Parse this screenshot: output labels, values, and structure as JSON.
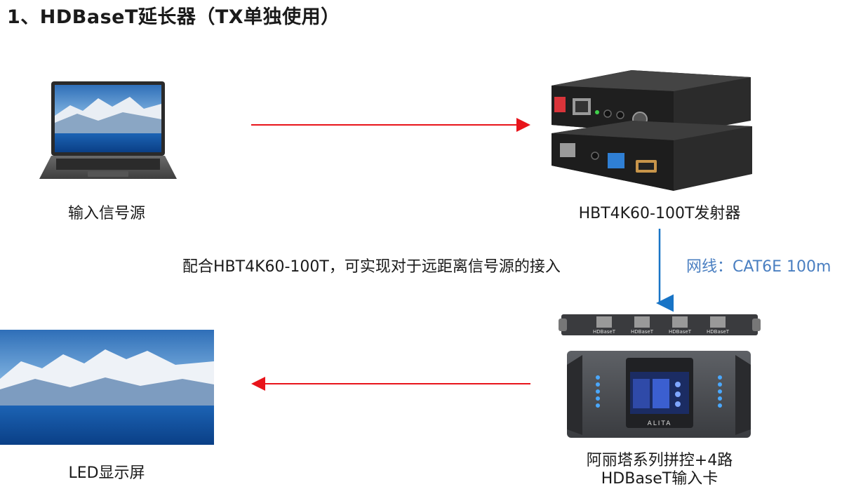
{
  "title": "1、HDBaseT延长器（TX单独使用）",
  "devices": {
    "source": {
      "label": "输入信号源",
      "icon": "laptop-icon"
    },
    "transmitter": {
      "label": "HBT4K60-100T发射器",
      "icon": "transmitter-box-icon"
    },
    "processor": {
      "label_line1": "阿丽塔系列拼控+4路",
      "label_line2": "HDBaseT输入卡",
      "icon": "video-processor-icon",
      "card_ports": [
        "HDBaseT",
        "HDBaseT",
        "HDBaseT",
        "HDBaseT"
      ],
      "brand": "ALITA"
    },
    "display": {
      "label": "LED显示屏",
      "icon": "led-screen-icon"
    }
  },
  "note": "配合HBT4K60-100T，可实现对于远距离信号源的接入",
  "cable_label": "网线：CAT6E 100m",
  "colors": {
    "arrow_red": "#e8141b",
    "arrow_blue": "#1874c6",
    "cable_text": "#4a7fc1"
  }
}
